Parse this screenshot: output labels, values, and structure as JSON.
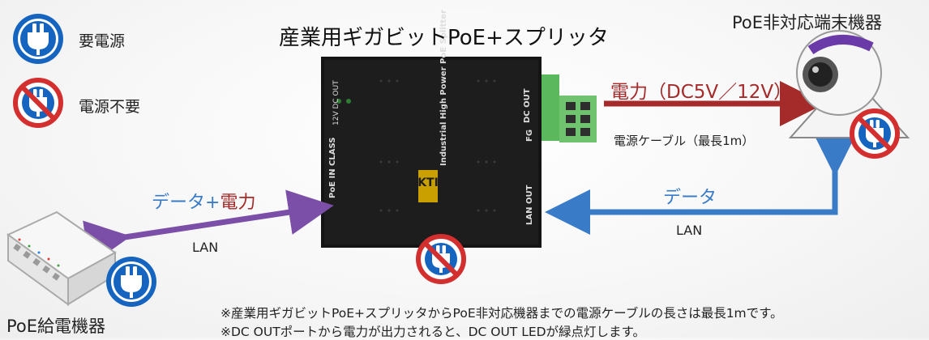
{
  "legend": {
    "power_required_label": "要電源",
    "no_power_label": "電源不要"
  },
  "title": "産業用ギガビットPoE+スプリッタ",
  "device": {
    "poe_source_label": "PoE給電機器",
    "non_poe_label": "PoE非対応端末機器"
  },
  "splitter_markings": {
    "brand": "KTI",
    "model": "Industrial High Power PoE Splitter",
    "poe_in": "PoE IN",
    "class": "CLASS",
    "lan_out": "LAN OUT",
    "dc_out": "DC OUT",
    "dc_out_led": "12V  DC OUT",
    "fg": "FG"
  },
  "flows": {
    "power_label": "電力（DC5V／12V）",
    "power_cable_label": "電源ケーブル（最長1m）",
    "data_label": "データ",
    "data_power_prefix": "データ+",
    "data_power_suffix": "電力",
    "lan_left": "LAN",
    "lan_right": "LAN"
  },
  "notes": [
    "※産業用ギガビットPoE+スプリッタからPoE非対応機器までの電源ケーブルの長さは最長1mです。",
    "※DC OUTポートから電力が出力されると、DC OUT LEDが緑点灯します。"
  ],
  "colors": {
    "power_arrow": "#a52a2a",
    "data_arrow": "#3a7bc8",
    "poe_arrow": "#7b4fa8",
    "plug_blue": "#1565c0",
    "no_sign_red": "#d32f2f"
  }
}
